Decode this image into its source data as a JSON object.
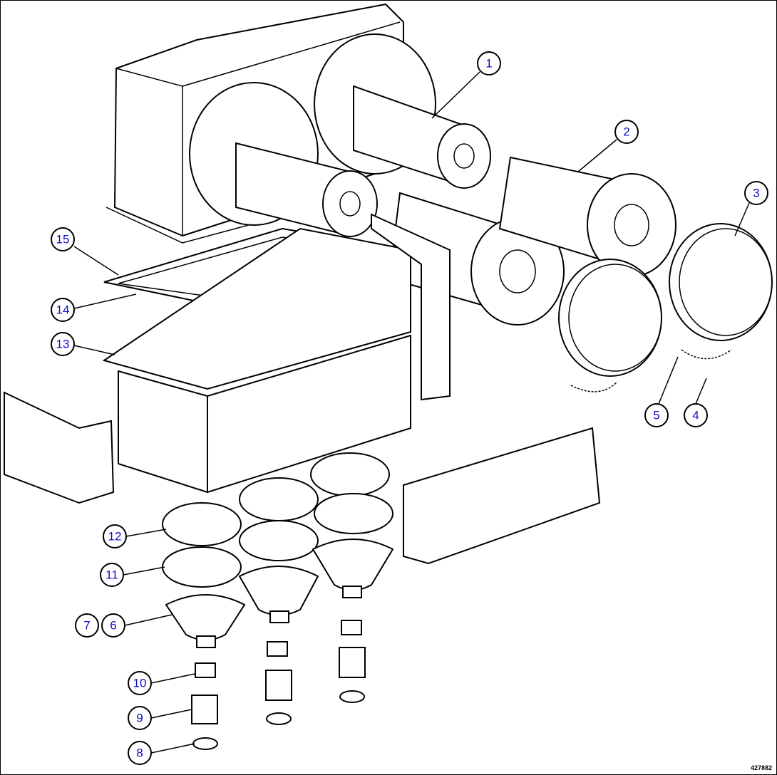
{
  "drawing_id": "427882",
  "callouts": [
    {
      "label": "1"
    },
    {
      "label": "2"
    },
    {
      "label": "3"
    },
    {
      "label": "4"
    },
    {
      "label": "5"
    },
    {
      "label": "6"
    },
    {
      "label": "7"
    },
    {
      "label": "8"
    },
    {
      "label": "9"
    },
    {
      "label": "10"
    },
    {
      "label": "11"
    },
    {
      "label": "12"
    },
    {
      "label": "13"
    },
    {
      "label": "14"
    },
    {
      "label": "15"
    }
  ]
}
